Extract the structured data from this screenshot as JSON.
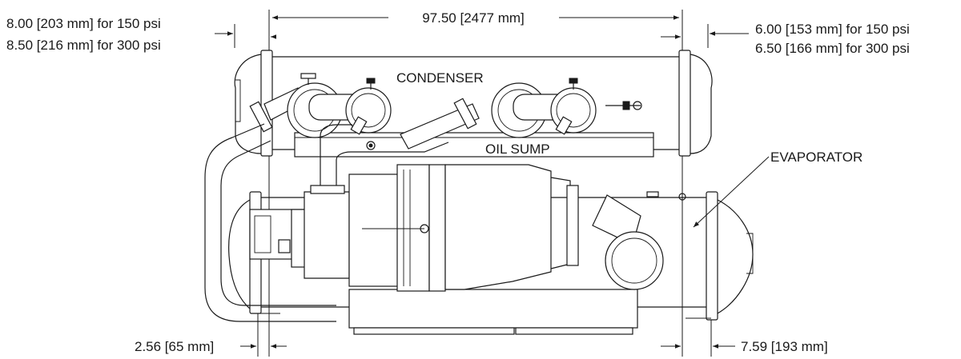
{
  "labels": {
    "overall_length": "97.50 [2477 mm]",
    "left_clearance_150": "8.00 [203 mm] for 150 psi",
    "left_clearance_300": "8.50 [216 mm] for 300 psi",
    "right_clearance_150": "6.00 [153 mm] for 150 psi",
    "right_clearance_300": "6.50 [166 mm] for 300 psi",
    "bottom_left": "2.56 [65 mm]",
    "bottom_right": "7.59 [193 mm]",
    "condenser": "CONDENSER",
    "oil_sump": "OIL SUMP",
    "evaporator": "EVAPORATOR"
  },
  "colors": {
    "line": "#1a1a1a",
    "background": "#ffffff"
  }
}
